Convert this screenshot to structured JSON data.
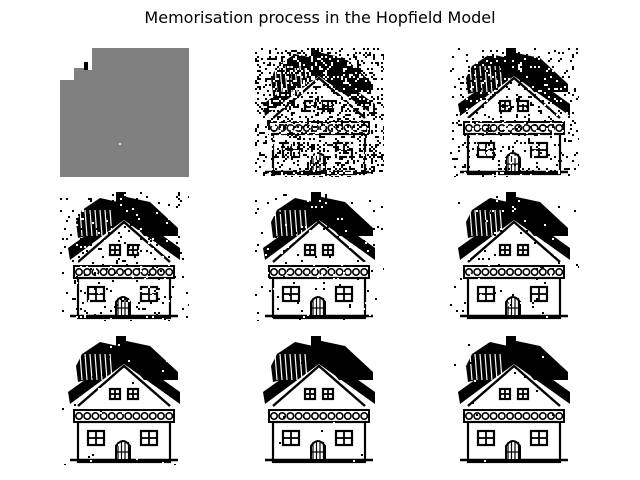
{
  "figure": {
    "title": "Memorisation process in the Hopfield Model"
  },
  "chart_data": {
    "type": "image-grid",
    "title": "Memorisation process in the Hopfield Model",
    "rows": 3,
    "cols": 3,
    "colormap": "binary (black / white); first panel uniform grey",
    "panels": [
      {
        "index": 0,
        "state": "grey-uniform",
        "noise": 0.0
      },
      {
        "index": 1,
        "state": "house-noisy",
        "noise": 0.42
      },
      {
        "index": 2,
        "state": "house-noisy",
        "noise": 0.17
      },
      {
        "index": 3,
        "state": "house-noisy",
        "noise": 0.08
      },
      {
        "index": 4,
        "state": "house-noisy",
        "noise": 0.04
      },
      {
        "index": 5,
        "state": "house-noisy",
        "noise": 0.025
      },
      {
        "index": 6,
        "state": "house-clean",
        "noise": 0.01
      },
      {
        "index": 7,
        "state": "house-clean",
        "noise": 0.006
      },
      {
        "index": 8,
        "state": "house-clean",
        "noise": 0.004
      }
    ],
    "axes_visible": false
  }
}
